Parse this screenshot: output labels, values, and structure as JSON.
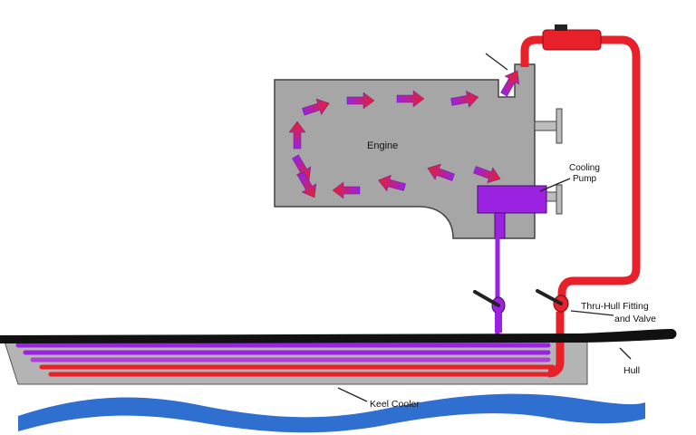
{
  "labels": {
    "engine": "Engine",
    "cooling_pump_line1": "Cooling",
    "cooling_pump_line2": "Pump",
    "thru_hull_line1": "Thru-Hull Fitting",
    "thru_hull_line2": "and Valve",
    "hull": "Hull",
    "keel_cooler": "Keel Cooler"
  },
  "colors": {
    "hot_coolant": "#e8202a",
    "cool_coolant": "#9a22e0",
    "engine_block": "#a6a6a6",
    "outline": "#444444",
    "hull": "#111111",
    "water": "#2f6fd0"
  },
  "icons": {
    "flow_arrows": "flow-arrow",
    "valves": "valve-icon",
    "expansion_tank": "expansion-tank-icon"
  }
}
